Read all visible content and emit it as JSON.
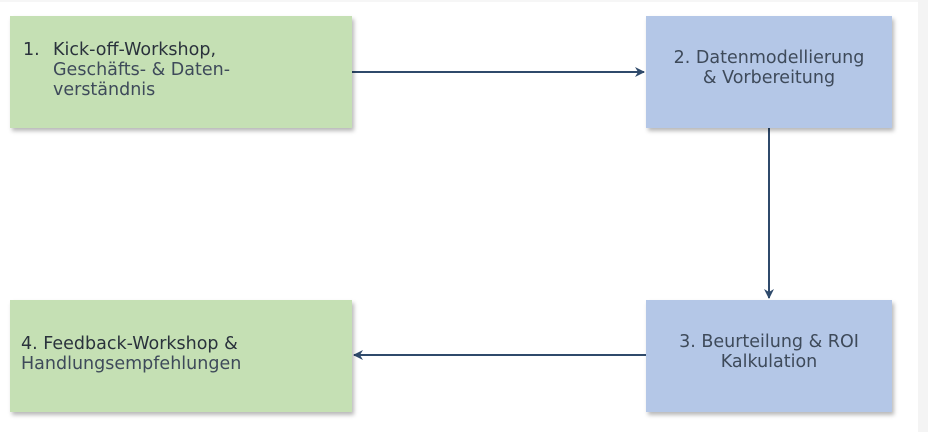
{
  "colors": {
    "green_box": "#c5e0b4",
    "blue_box": "#b4c7e7",
    "arrow": "#2f4a6b",
    "text": "#3e4a5a"
  },
  "diagram": {
    "box1": {
      "number": "1.",
      "line1": "Kick-off-Workshop,",
      "line2": "Geschäfts- & Daten-",
      "line3": "verständnis"
    },
    "box2": {
      "line1": "2. Datenmodellierung",
      "line2": "& Vorbereitung"
    },
    "box3": {
      "line1": "3. Beurteilung & ROI",
      "line2": "Kalkulation"
    },
    "box4": {
      "line1": "4. Feedback-Workshop &",
      "line2": "Handlungsempfehlungen"
    },
    "connections": [
      {
        "from": "box1",
        "to": "box2"
      },
      {
        "from": "box2",
        "to": "box3"
      },
      {
        "from": "box3",
        "to": "box4"
      }
    ]
  }
}
